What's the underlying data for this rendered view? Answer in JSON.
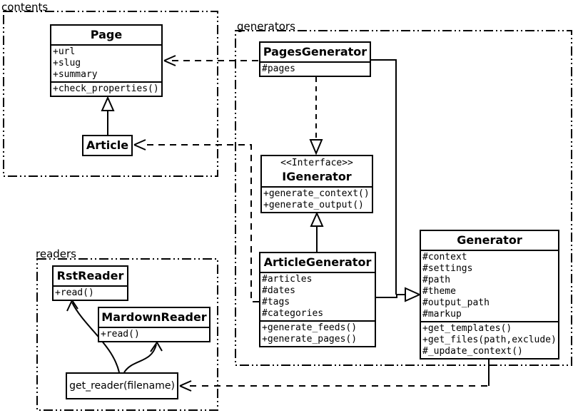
{
  "colors": {
    "line": "#000000",
    "background": "#ffffff"
  },
  "packages": {
    "contents": {
      "label": "contents"
    },
    "generators": {
      "label": "generators"
    },
    "readers": {
      "label": "readers"
    }
  },
  "classes": {
    "page": {
      "name": "Page",
      "attributes": [
        "+url",
        "+slug",
        "+summary"
      ],
      "methods": [
        "+check_properties()"
      ]
    },
    "article": {
      "name": "Article"
    },
    "pages_generator": {
      "name": "PagesGenerator",
      "attributes": [
        "#pages"
      ]
    },
    "igenerator": {
      "stereotype": "<<Interface>>",
      "name": "IGenerator",
      "methods": [
        "+generate_context()",
        "+generate_output()"
      ]
    },
    "article_generator": {
      "name": "ArticleGenerator",
      "attributes": [
        "#articles",
        "#dates",
        "#tags",
        "#categories"
      ],
      "methods": [
        "+generate_feeds()",
        "+generate_pages()"
      ]
    },
    "generator": {
      "name": "Generator",
      "attributes": [
        "#context",
        "#settings",
        "#path",
        "#theme",
        "#output_path",
        "#markup"
      ],
      "methods": [
        "+get_templates()",
        "+get_files(path,exclude)",
        "#_update_context()"
      ]
    },
    "rst_reader": {
      "name": "RstReader",
      "methods": [
        "+read()"
      ]
    },
    "mardown_reader": {
      "name": "MardownReader",
      "methods": [
        "+read()"
      ]
    }
  },
  "nodes": {
    "get_reader": {
      "label": "get_reader(filename)"
    }
  },
  "relationships": [
    {
      "from": "Article",
      "to": "Page",
      "type": "inheritance"
    },
    {
      "from": "PagesGenerator",
      "to": "IGenerator",
      "type": "realization"
    },
    {
      "from": "ArticleGenerator",
      "to": "IGenerator",
      "type": "inheritance"
    },
    {
      "from": "PagesGenerator",
      "to": "Generator",
      "type": "inheritance"
    },
    {
      "from": "ArticleGenerator",
      "to": "Generator",
      "type": "inheritance"
    },
    {
      "from": "PagesGenerator",
      "to": "Page",
      "type": "dependency"
    },
    {
      "from": "ArticleGenerator",
      "to": "Article",
      "type": "dependency"
    },
    {
      "from": "Generator",
      "to": "get_reader(filename)",
      "type": "dependency"
    },
    {
      "from": "get_reader(filename)",
      "to": "RstReader",
      "type": "arrow"
    },
    {
      "from": "get_reader(filename)",
      "to": "MardownReader",
      "type": "arrow"
    }
  ]
}
